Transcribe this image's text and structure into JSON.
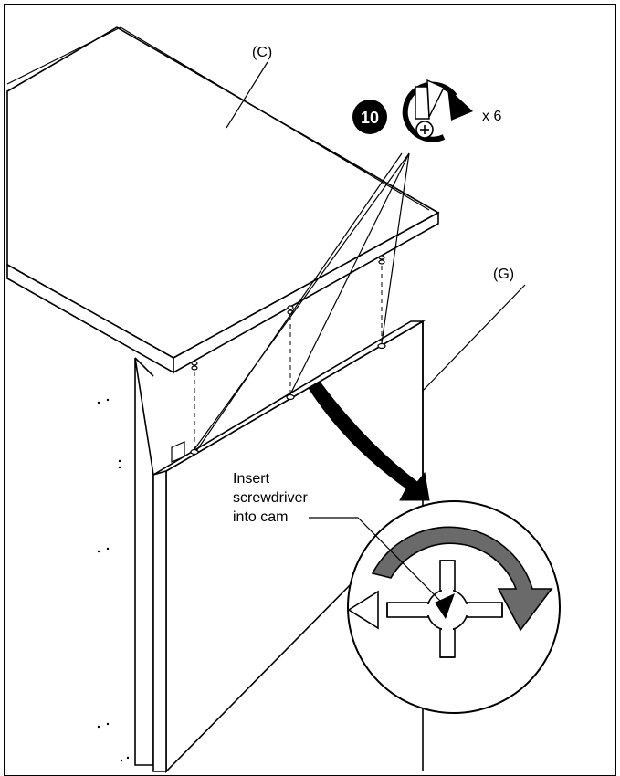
{
  "labels": {
    "part_c": "(C)",
    "part_g": "(G)",
    "callout_line1": "Insert",
    "callout_line2": "screwdriver",
    "callout_line3": "into cam"
  },
  "step": {
    "number": "10",
    "quantity": "x 6",
    "icon": "screw-clockwise-icon"
  },
  "colors": {
    "ink": "#000000",
    "cam_arrow": "#6a6a6a",
    "paper": "#ffffff"
  }
}
